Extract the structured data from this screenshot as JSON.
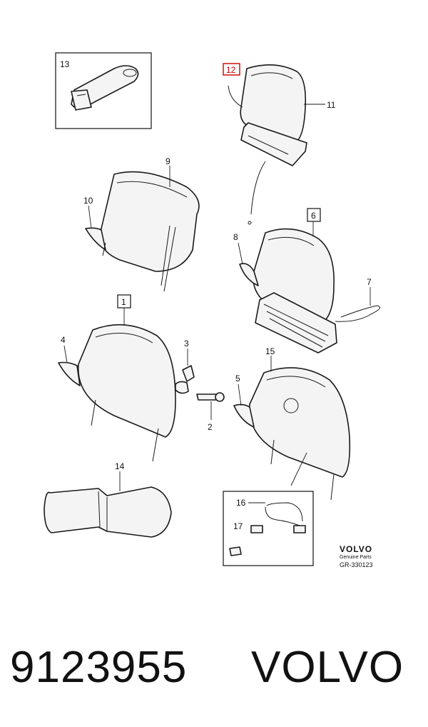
{
  "diagram": {
    "callouts": {
      "c1": "1",
      "c2": "2",
      "c3": "3",
      "c4": "4",
      "c5": "5",
      "c6": "6",
      "c7": "7",
      "c8": "8",
      "c9": "9",
      "c10": "10",
      "c11": "11",
      "c12": "12",
      "c13": "13",
      "c14": "14",
      "c15": "15",
      "c16": "16",
      "c17": "17"
    },
    "highlight_color": "#cc0000",
    "brand": {
      "name": "VOLVO",
      "subtitle": "Genuine Parts",
      "code": "GR-330123"
    }
  },
  "footer": {
    "part_number": "9123955",
    "manufacturer": "VOLVO"
  }
}
